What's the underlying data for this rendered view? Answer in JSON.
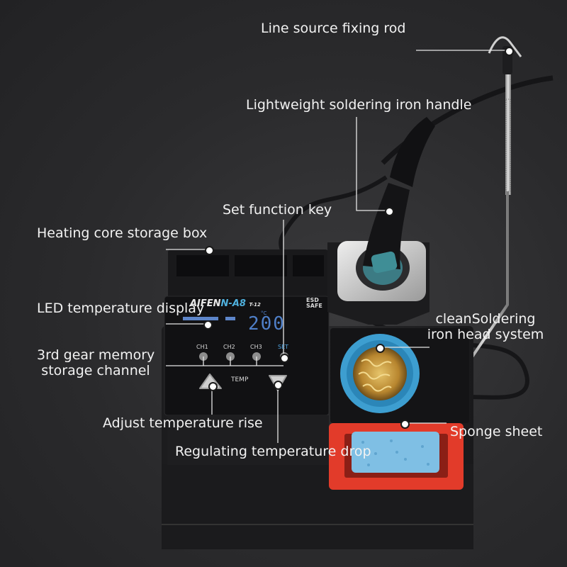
{
  "brand": {
    "name": "AIFEN",
    "model": "N-A8",
    "tip": "T-12",
    "badge_line1": "ESD",
    "badge_line2": "SAFE"
  },
  "display": {
    "temperature": "200",
    "unit": "°C"
  },
  "buttons": {
    "ch1": "CH1",
    "ch2": "CH2",
    "ch3": "CH3",
    "set": "SET",
    "temp": "TEMP"
  },
  "callouts": {
    "line_source_rod": "Line source fixing rod",
    "iron_handle": "Lightweight soldering iron handle",
    "set_key": "Set function key",
    "storage_box": "Heating core storage box",
    "led_display": "LED temperature display",
    "memory_channel_l1": "3rd gear memory",
    "memory_channel_l2": "storage channel",
    "clean_head_l1": "cleanSoldering",
    "clean_head_l2": "iron head system",
    "temp_rise": "Adjust temperature rise",
    "temp_drop": "Regulating temperature drop",
    "sponge": "Sponge sheet"
  },
  "colors": {
    "background": "#2b2b2d",
    "label": "#f2f2f2",
    "accent_blue": "#4fb0dd",
    "sponge_tray": "#e23b2a",
    "sponge": "#7fbfe4"
  }
}
